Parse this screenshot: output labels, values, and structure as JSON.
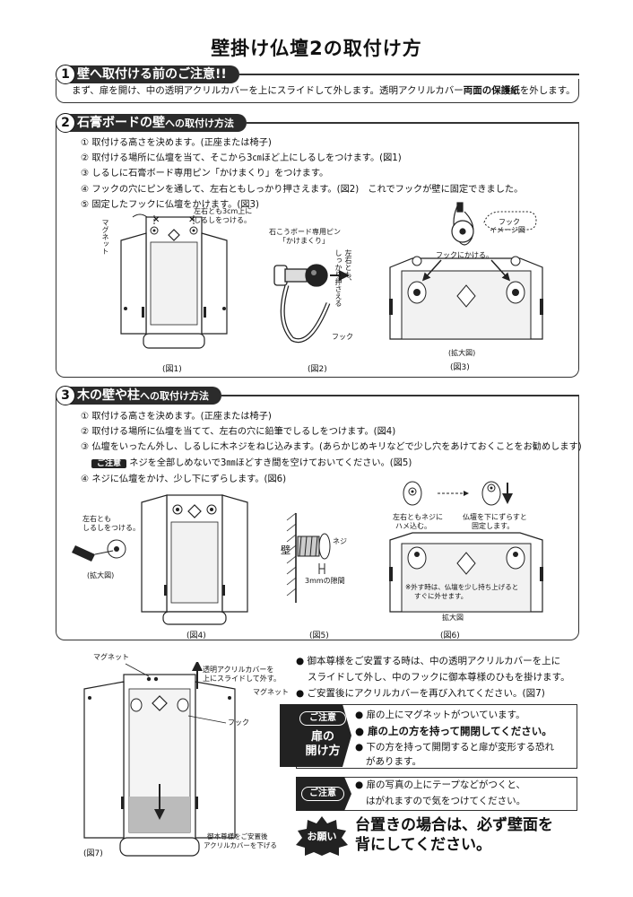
{
  "title": "壁掛け仏壇2の取付け方",
  "s1": {
    "num": "1",
    "label": "壁へ取付ける前のご注意!!",
    "text_a": "まず、扉を開け、中の透明アクリルカバーを上にスライドして外します。透明アクリルカバー",
    "text_b": "両面の保護紙",
    "text_c": "を外します。"
  },
  "s2": {
    "num": "2",
    "label_a": "石膏ボードの壁",
    "label_b": "への取付け方法",
    "steps": [
      "① 取付ける高さを決めます。(正座または椅子)",
      "② 取付ける場所に仏壇を当て、そこから3㎝ほど上にしるしをつけます。(図1)",
      "③ しるしに石膏ボード専用ピン「かけまくり」をつけます。",
      "④ フックの穴にピンを通して、左右ともしっかり押さえます。(図2)　これでフックが壁に固定できました。",
      "⑤ 固定したフックに仏壇をかけます。(図3)"
    ],
    "fig1": {
      "magnet": "マグネット",
      "note1": "左右とも3cm上に",
      "note2": "しるしをつける。",
      "caption": "(図1)"
    },
    "fig2": {
      "pin1": "石こうボード専用ピン",
      "pin2": "「かけまくり」",
      "press1": "左右とも、",
      "press2": "しっかり押さえる",
      "hook": "フック",
      "caption": "(図2)"
    },
    "fig3": {
      "img1": "フック",
      "img2": "イメージ図",
      "hang": "フックにかける。",
      "zoom": "(拡大図)",
      "caption": "(図3)"
    }
  },
  "s3": {
    "num": "3",
    "label_a": "木の壁や柱",
    "label_b": "への取付け方法",
    "steps": [
      "① 取付ける高さを決めます。(正座または椅子)",
      "② 取付ける場所に仏壇を当てて、左右の穴に鉛筆でしるしをつけます。(図4)",
      "③ 仏壇をいったん外し、しるしに木ネジをねじ込みます。(あらかじめキリなどで少し穴をあけておくことをお勧めします)"
    ],
    "badge": "ご注意",
    "note": "ネジを全部しめないで3㎜ほどすき間を空けておいてください。(図5)",
    "step4": "④ ネジに仏壇をかけ、少し下にずらします。(図6)",
    "fig4": {
      "mark1": "左右とも",
      "mark2": "しるしをつける。",
      "zoom": "(拡大図)",
      "caption": "(図4)"
    },
    "fig5": {
      "wall": "壁",
      "screw": "ネジ",
      "gap": "3mmの隙間",
      "caption": "(図5)"
    },
    "fig6": {
      "a1": "左右ともネジに",
      "a2": "ハメ込む。",
      "b1": "仏壇を下にずらすと",
      "b2": "固定します。",
      "c1": "※外す時は、仏壇を少し持ち上げると",
      "c2": "すぐに外せます。",
      "zoom": "拡大図",
      "caption": "(図6)"
    }
  },
  "fig7": {
    "magnet_top": "マグネット",
    "cover1": "透明アクリルカバーを",
    "cover2": "上にスライドして外す。",
    "magnet_side": "マグネット",
    "hook": "フック",
    "after1": "御本尊様をご安置後",
    "after2": "アクリルカバーを下げる",
    "caption": "(図7)"
  },
  "notes": {
    "b1a": "御本尊様をご安置する時は、中の透明アクリルカバーを上に",
    "b1b": "スライドして外し、中のフックに御本尊様のひもを掛けます。",
    "b2": "ご安置後にアクリルカバーを再び入れてください。(図7)",
    "c1_tag": "ご注意",
    "c1_sub1": "扉の",
    "c1_sub2": "開け方",
    "c1_l1": "● 扉の上にマグネットがついています。",
    "c1_l2": "● 扉の上の方を持って開閉してください。",
    "c1_l3": "● 下の方を持って開閉すると扉が変形する恐れ",
    "c1_l4": "があります。",
    "c2_tag": "ご注意",
    "c2_l1": "● 扉の写真の上にテープなどがつくと、",
    "c2_l2": "はがれますので気をつけてください。",
    "req_tag": "お願い",
    "req_l1": "台置きの場合は、必ず壁面を",
    "req_l2": "背にしてください。"
  }
}
